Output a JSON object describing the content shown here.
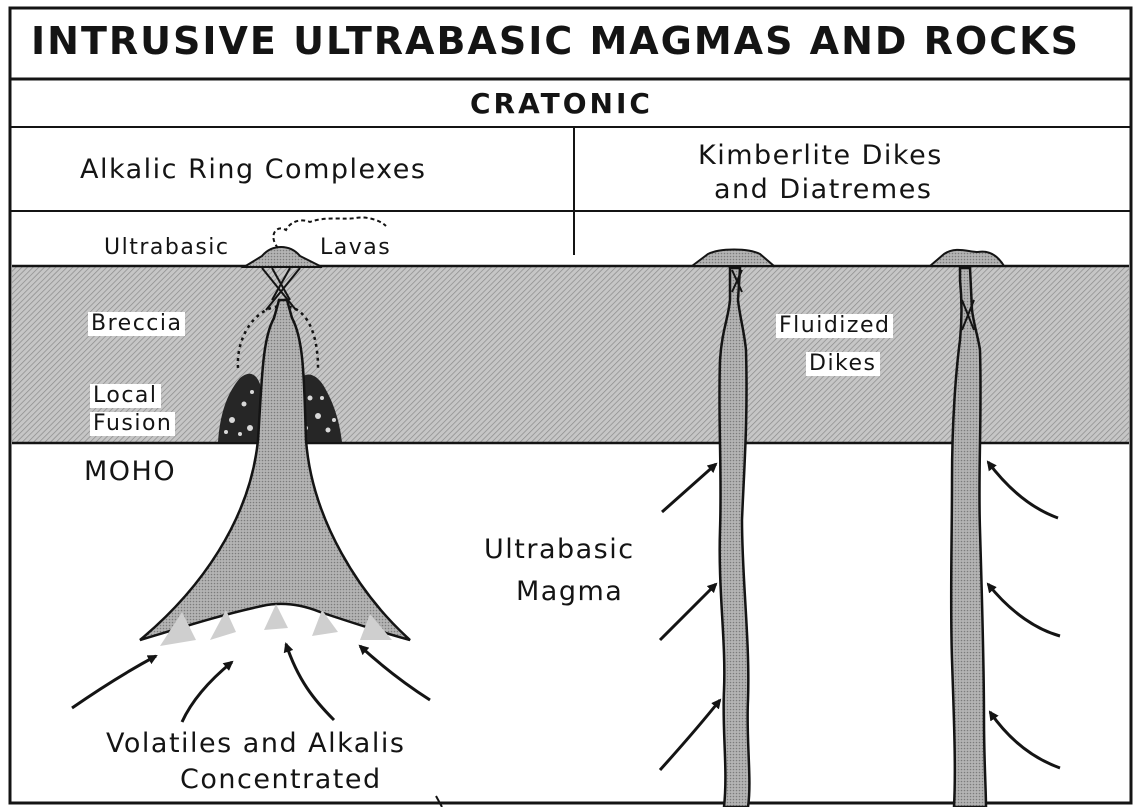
{
  "title": "INTRUSIVE ULTRABASIC MAGMAS AND ROCKS",
  "subtitle": "CRATONIC",
  "columns": {
    "left": "Alkalic Ring Complexes",
    "right_line1": "Kimberlite Dikes",
    "right_line2": "and Diatremes"
  },
  "labels": {
    "ultrabasic": "Ultrabasic",
    "lavas": "Lavas",
    "breccia": "Breccia",
    "local": "Local",
    "fusion": "Fusion",
    "moho": "MOHO",
    "fluidized": "Fluidized",
    "dikes": "Dikes",
    "magma_line1": "Ultrabasic",
    "magma_line2": "Magma",
    "volatiles_line1": "Volatiles and Alkalis",
    "volatiles_line2": "Concentrated"
  },
  "colors": {
    "line": "#141414",
    "crust_fill": "#bdbdbd",
    "magma_fill": "#a9a9a9",
    "background": "#ffffff"
  }
}
